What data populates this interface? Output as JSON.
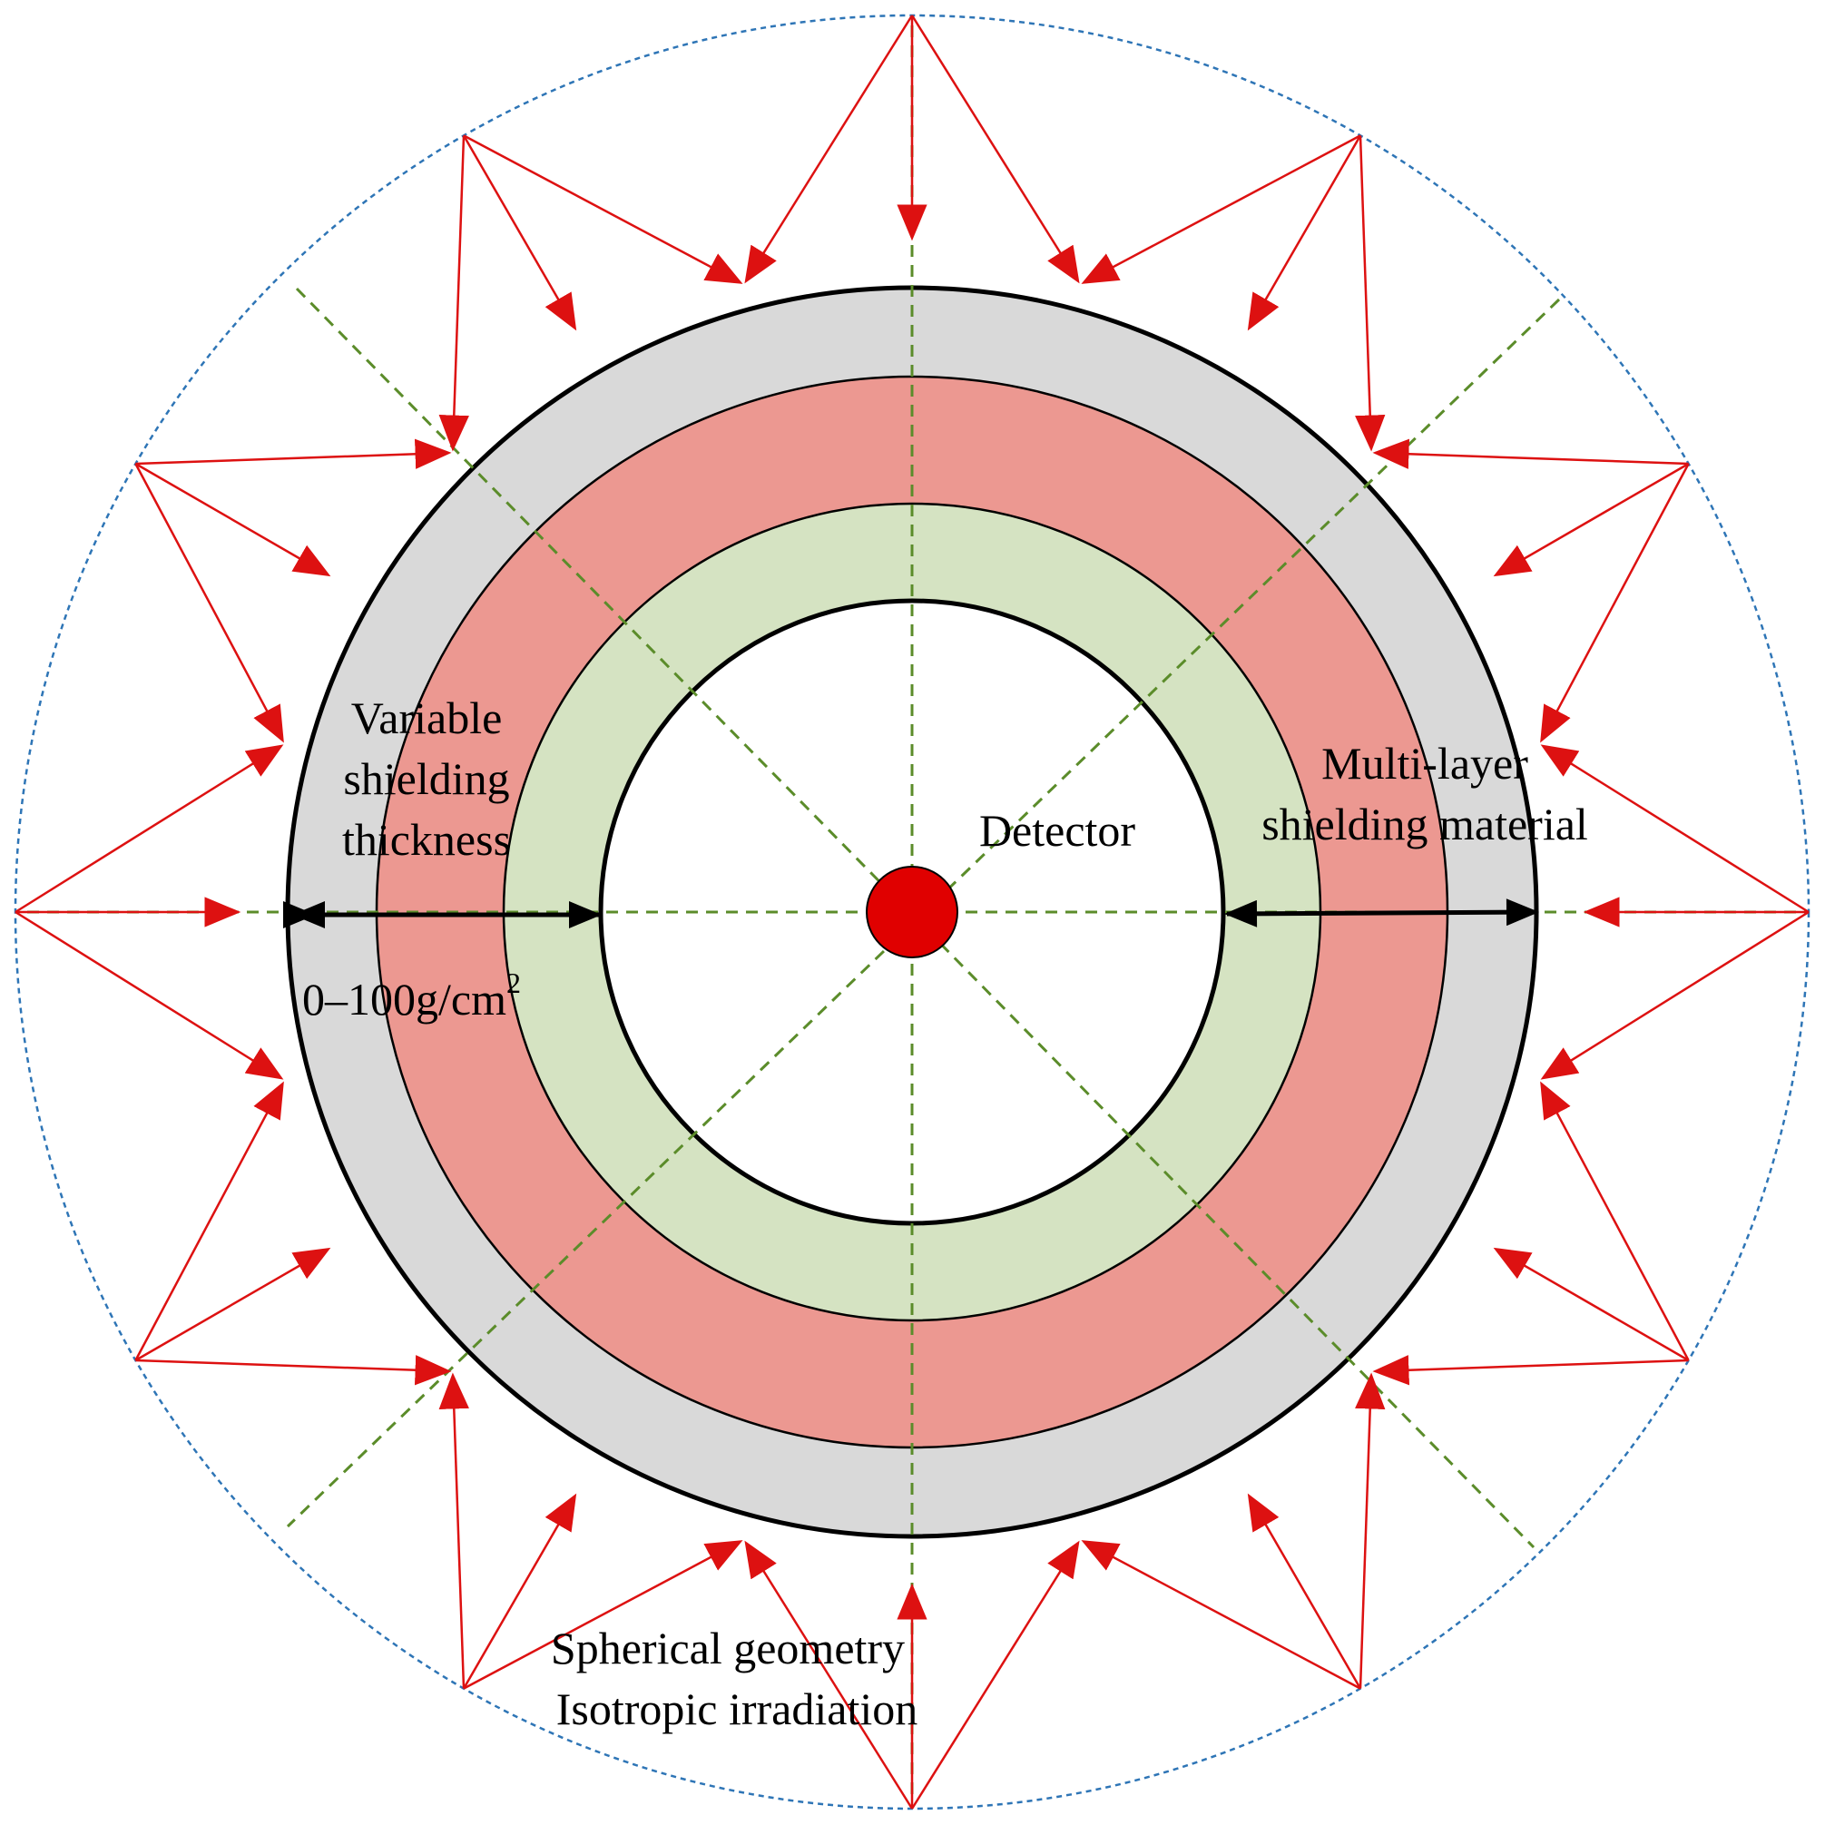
{
  "labels": {
    "variable_shielding": [
      "Variable",
      "shielding",
      "thickness"
    ],
    "thickness_range": "0–100g/cm",
    "thickness_range_sup": "2",
    "detector": "Detector",
    "multilayer": [
      "Multi-layer",
      "shielding material"
    ],
    "geometry": [
      "Spherical geometry",
      "Isotropic irradiation"
    ]
  },
  "colors": {
    "outer_shield": "#d9d9d9",
    "middle_shield": "#ec9891",
    "inner_shield": "#d5e3c2",
    "detector": "#e00000",
    "rays": "#dd1111",
    "guide_lines": "#5b8c2a",
    "boundary": "#2e75b6"
  },
  "source_directions_deg": [
    0,
    30,
    60,
    90,
    120,
    150,
    180,
    210,
    240,
    270,
    300,
    330
  ]
}
